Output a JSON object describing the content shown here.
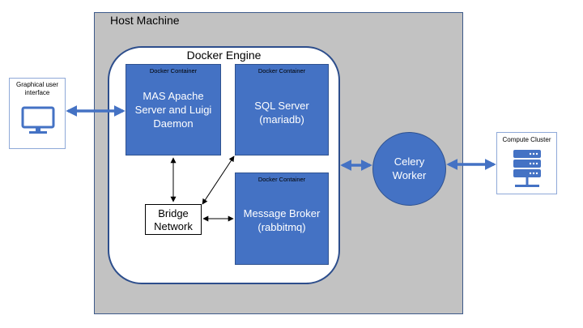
{
  "host": {
    "title": "Host Machine"
  },
  "engine": {
    "title": "Docker Engine"
  },
  "containers": [
    {
      "tag": "Docker Container",
      "name": "MAS Apache\nServer and Luigi\nDaemon"
    },
    {
      "tag": "Docker Container",
      "name": "SQL Server\n(mariadb)"
    },
    {
      "tag": "Docker Container",
      "name": "Message Broker\n(rabbitmq)"
    }
  ],
  "bridge": {
    "label": "Bridge\nNetwork"
  },
  "celery": {
    "label": "Celery\nWorker"
  },
  "gui": {
    "label": "Graphical user\ninterface",
    "icon": "monitor-icon"
  },
  "cluster": {
    "label": "Compute Cluster",
    "icon": "server-rack-icon"
  },
  "colors": {
    "container": "#4472c4",
    "arrow": "#4472c4",
    "host_bg": "#c2c2c2",
    "engine_border": "#2d4e8c"
  }
}
